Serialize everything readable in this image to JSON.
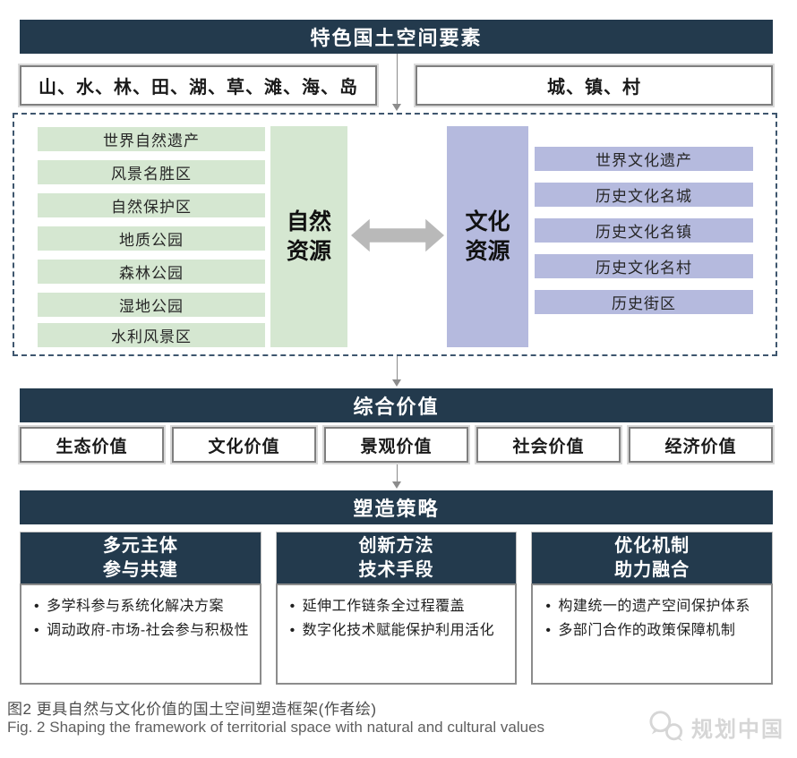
{
  "header": {
    "title": "特色国土空间要素"
  },
  "top_boxes": {
    "left": "山、水、林、田、湖、草、滩、海、岛",
    "right": "城、镇、村"
  },
  "resources": {
    "natural": {
      "label": "自然\n资源",
      "items": [
        "世界自然遗产",
        "风景名胜区",
        "自然保护区",
        "地质公园",
        "森林公园",
        "湿地公园",
        "水利风景区"
      ]
    },
    "cultural": {
      "label": "文化\n资源",
      "items": [
        "世界文化遗产",
        "历史文化名城",
        "历史文化名镇",
        "历史文化名村",
        "历史街区"
      ]
    }
  },
  "value_section": {
    "title": "综合价值",
    "values": [
      "生态价值",
      "文化价值",
      "景观价值",
      "社会价值",
      "经济价值"
    ]
  },
  "strategy_section": {
    "title": "塑造策略",
    "columns": [
      {
        "title": "多元主体\n参与共建",
        "bullets": [
          "多学科参与系统化解决方案",
          "调动政府-市场-社会参与积极性"
        ]
      },
      {
        "title": "创新方法\n技术手段",
        "bullets": [
          "延伸工作链条全过程覆盖",
          "数字化技术赋能保护利用活化"
        ]
      },
      {
        "title": "优化机制\n助力融合",
        "bullets": [
          "构建统一的遗产空间保护体系",
          "多部门合作的政策保障机制"
        ]
      }
    ]
  },
  "caption": {
    "zh": "图2  更具自然与文化价值的国土空间塑造框架(作者绘)",
    "en": "Fig. 2  Shaping the framework of territorial space with natural and cultural values"
  },
  "logo": {
    "text": "规划中国"
  },
  "colors": {
    "navy": "#233a4d",
    "green": "#d5e7d1",
    "purple": "#b5bade",
    "arrow_gray": "#b9b9b9",
    "border_gray": "#7f7f7f",
    "dashed_border": "#3e566e",
    "caption_gray": "#5f5f5f",
    "logo_gray": "#d6d6d6"
  }
}
